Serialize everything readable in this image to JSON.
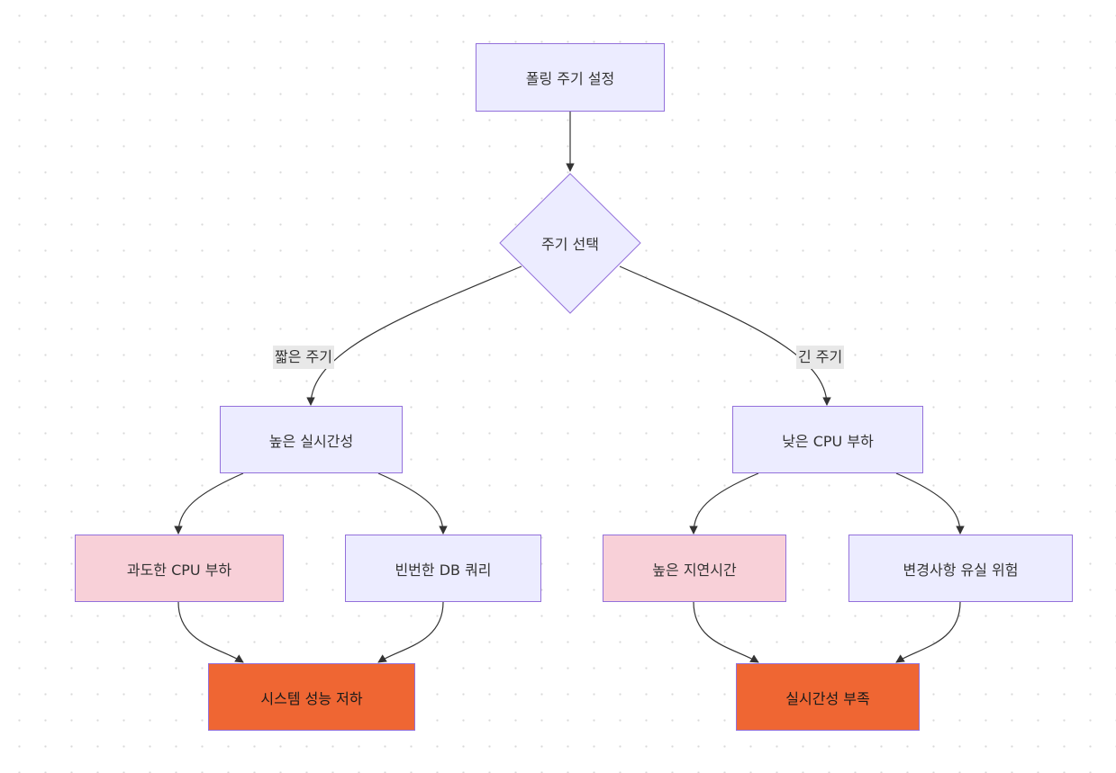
{
  "nodes": {
    "polling_setup": "폴링 주기 설정",
    "interval_choice": "주기 선택",
    "high_realtime": "높은 실시간성",
    "low_cpu": "낮은 CPU 부하",
    "excess_cpu": "과도한 CPU 부하",
    "frequent_db": "빈번한 DB 쿼리",
    "high_latency": "높은 지연시간",
    "change_loss": "변경사항 유실 위험",
    "system_degrade": "시스템 성능 저하",
    "realtime_lack": "실시간성 부족"
  },
  "edge_labels": {
    "short_interval": "짧은 주기",
    "long_interval": "긴 주기"
  },
  "colors": {
    "node_default_fill": "#ececff",
    "node_border": "#9370db",
    "node_warning_fill": "#f8d0d8",
    "node_bad_fill": "#ef6633",
    "edge_stroke": "#333333",
    "edge_label_fill": "#e8e8e8"
  }
}
